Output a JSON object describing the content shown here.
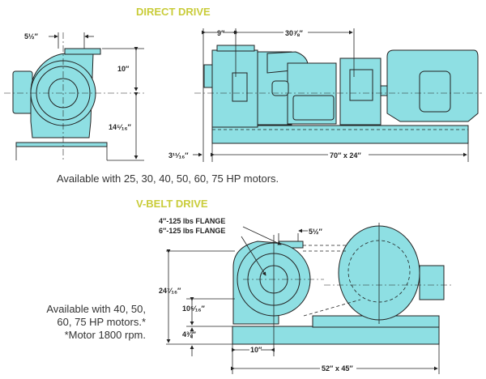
{
  "direct_drive": {
    "title": "DIRECT DRIVE",
    "dims": {
      "discharge_offset": "5½″",
      "upper_height": "10″",
      "lower_height": "14⁵⁄₁₆″",
      "suction_length": "9″",
      "shaft_length": "30⅞″",
      "base_offset": "3¹¹⁄₁₆″",
      "base_size": "70″ x 24″"
    },
    "note": "Available with 25, 30, 40, 50, 60, 75 HP motors."
  },
  "vbelt_drive": {
    "title": "V-BELT DRIVE",
    "flange_4": "4″-125 lbs FLANGE",
    "flange_6": "6″-125 lbs FLANGE",
    "dims": {
      "discharge_offset": "5½″",
      "total_height": "24⁷⁄₁₆″",
      "center_height": "10⁵⁄₁₆″",
      "base_height": "4⅜″",
      "suction_offset": "10″",
      "base_size": "52″ x 45″"
    },
    "note_line1": "Available with 40, 50,",
    "note_line2": "60, 75 HP motors.*",
    "note_line3": "*Motor 1800 rpm."
  }
}
